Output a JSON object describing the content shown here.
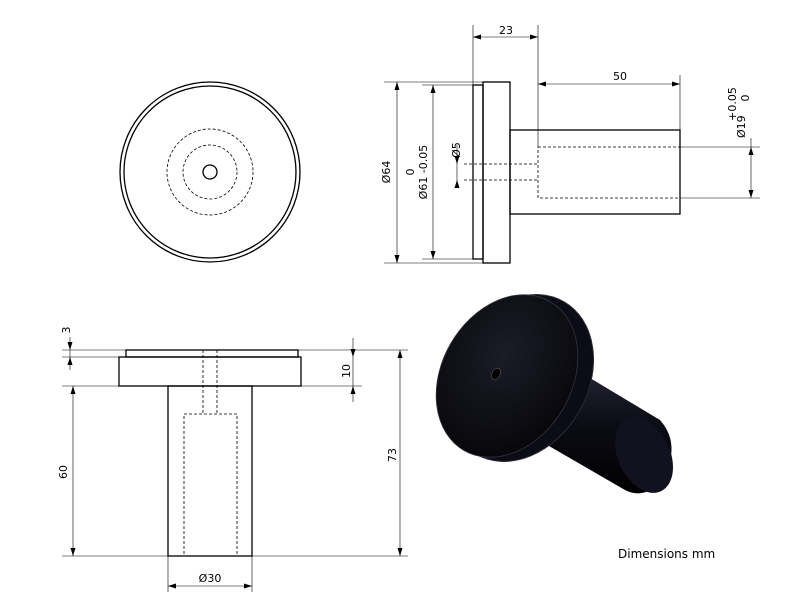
{
  "dimensions": {
    "top_width": "23",
    "top_length": "50",
    "tol_upper": "+0.05",
    "tol_lower": "0",
    "dia_19": "Ø19",
    "dia_64": "Ø64",
    "tol_zero": "0",
    "dia_61": "Ø61 -0.05",
    "dia_5": "Ø5",
    "thk_3": "3",
    "thk_10": "10",
    "len_60": "60",
    "len_73": "73",
    "dia_30": "Ø30"
  },
  "note": "Dimensions mm",
  "colors": {
    "line": "#000000",
    "render": "#0c0c16",
    "background": "#ffffff"
  }
}
